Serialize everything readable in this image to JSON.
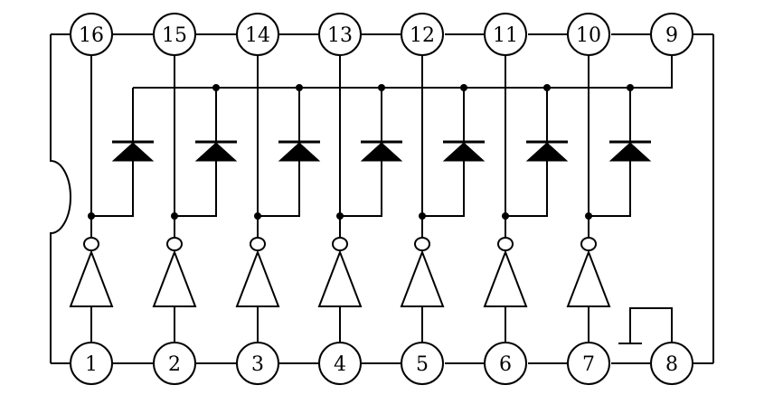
{
  "pins": {
    "top": [
      "16",
      "15",
      "14",
      "13",
      "12",
      "11",
      "10",
      "9"
    ],
    "bottom": [
      "1",
      "2",
      "3",
      "4",
      "5",
      "6",
      "7",
      "8"
    ]
  },
  "channels": 7,
  "colors": {
    "stroke": "#000000",
    "fill": "#000000",
    "background": "#ffffff"
  }
}
